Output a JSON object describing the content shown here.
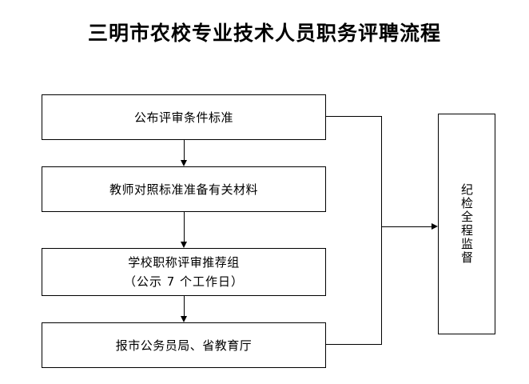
{
  "document": {
    "title": "三明市农校专业技术人员职务评聘流程"
  },
  "flowchart": {
    "nodes": [
      {
        "id": "publish-criteria",
        "line1": "公布评审条件标准",
        "line2": ""
      },
      {
        "id": "teacher-prepare-materials",
        "line1": "教师对照标准准备有关材料",
        "line2": ""
      },
      {
        "id": "school-review-group",
        "line1": "学校职称评审推荐组",
        "line2": "（公示 7 个工作日）"
      },
      {
        "id": "report-to-bureau",
        "line1": "报市公务员局、省教育厅",
        "line2": ""
      }
    ],
    "supervision": {
      "id": "discipline-supervision",
      "label": "纪检全程监督"
    },
    "colors": {
      "stroke": "#000000",
      "fill": "#ffffff",
      "text": "#000000"
    }
  }
}
